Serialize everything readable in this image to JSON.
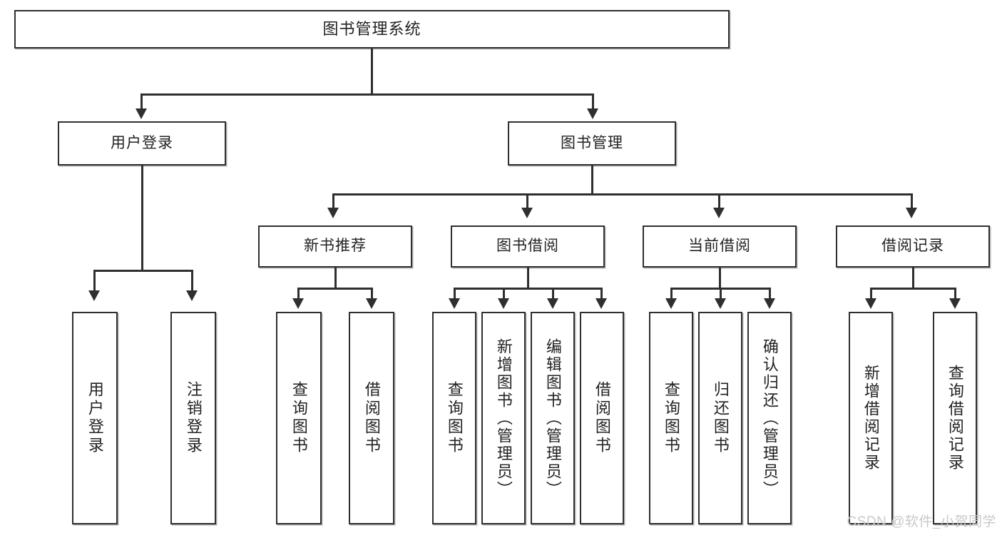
{
  "diagram": {
    "title_box": {
      "label": "图书管理系统"
    },
    "level2": [
      {
        "label": "用户登录"
      },
      {
        "label": "图书管理"
      }
    ],
    "level3": [
      {
        "label": "新书推荐"
      },
      {
        "label": "图书借阅"
      },
      {
        "label": "当前借阅"
      },
      {
        "label": "借阅记录"
      }
    ],
    "leaves": {
      "user_login": [
        {
          "label": "用户登录"
        },
        {
          "label": "注销登录"
        }
      ],
      "new_book_recommend": [
        {
          "label": "查询图书"
        },
        {
          "label": "借阅图书"
        }
      ],
      "book_borrow": [
        {
          "label": "查询图书"
        },
        {
          "label": "新增图书（管理员）"
        },
        {
          "label": "编辑图书（管理员）"
        },
        {
          "label": "借阅图书"
        }
      ],
      "current_borrow": [
        {
          "label": "查询图书"
        },
        {
          "label": "归还图书"
        },
        {
          "label": "确认归还（管理员）"
        }
      ],
      "borrow_record": [
        {
          "label": "新增借阅记录"
        },
        {
          "label": "查询借阅记录"
        }
      ]
    }
  },
  "watermark": {
    "text": "CSDN @软件_小贺同学"
  },
  "colors": {
    "stroke": "#2f2f2f",
    "text": "#222222",
    "background": "#ffffff",
    "watermark": "#c9c9c9"
  }
}
